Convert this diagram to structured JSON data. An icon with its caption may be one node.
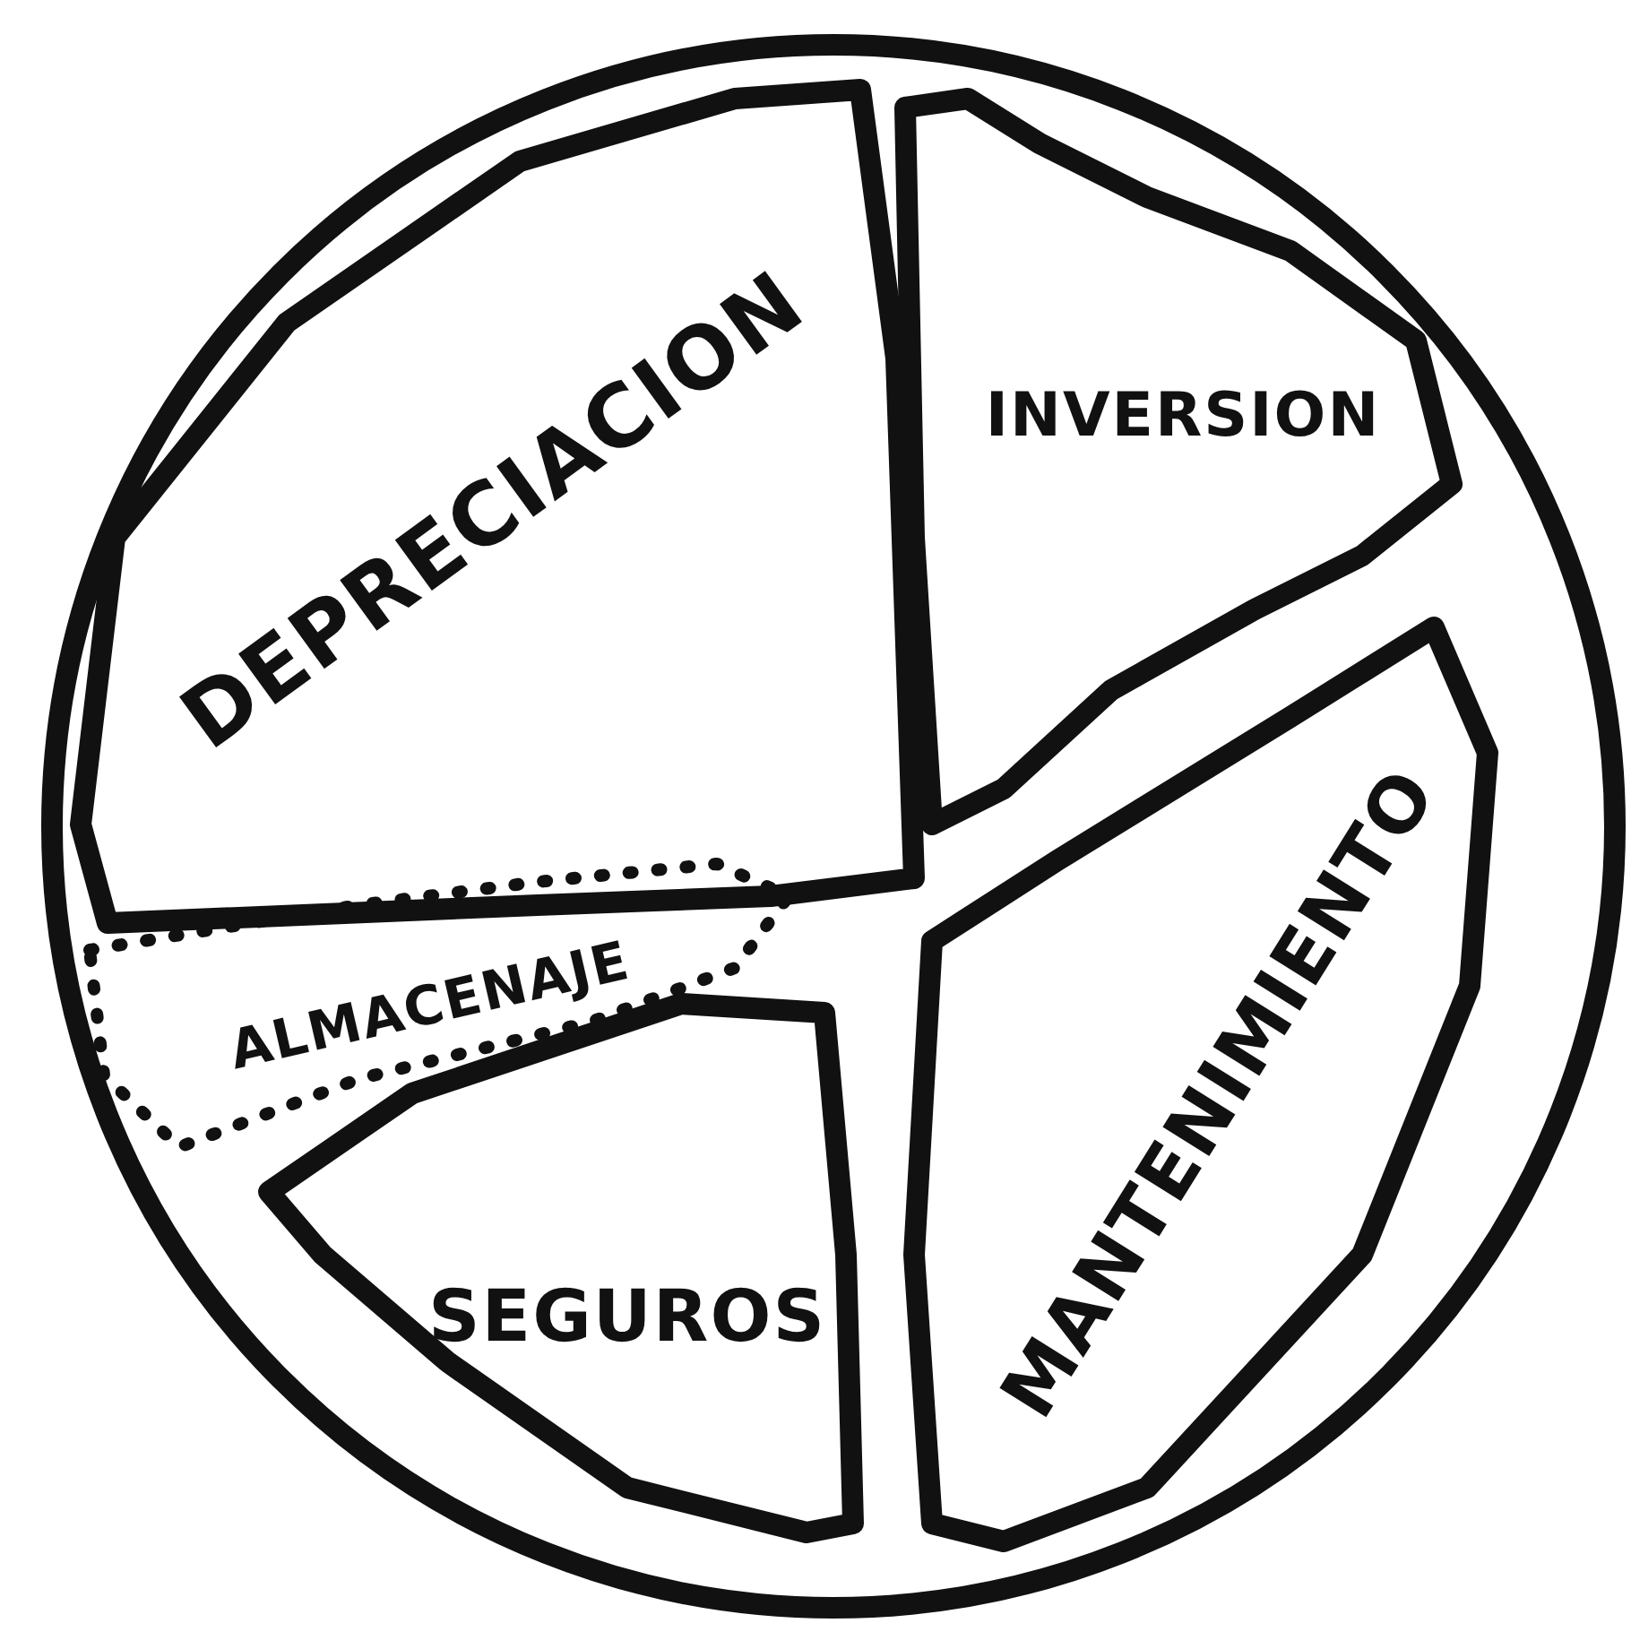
{
  "diagram": {
    "nodes": [
      {
        "text": [],
        "shape": "circle"
      },
      {
        "text": [
          "DEPRECIACION"
        ],
        "in": 0
      },
      {
        "text": [
          "INVERSION"
        ],
        "in": 0
      },
      {
        "text": [
          "MANTENIMIENTO"
        ],
        "in": 0
      },
      {
        "text": [
          "ALMACENAJE"
        ],
        "in": 0
      },
      {
        "text": [
          "SEGUROS"
        ],
        "in": 0
      }
    ]
  }
}
